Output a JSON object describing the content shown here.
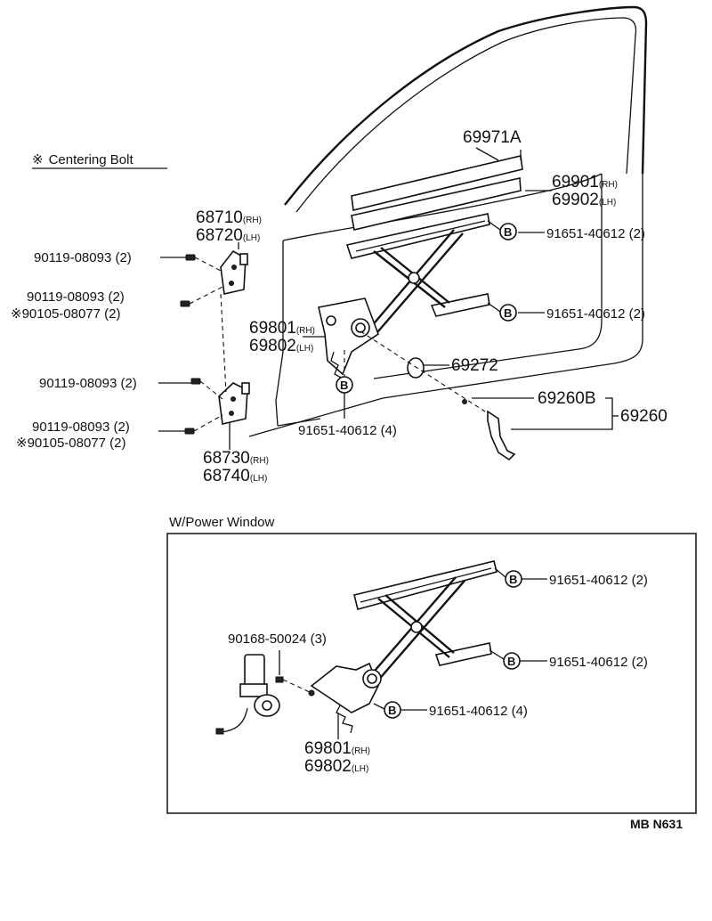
{
  "legend": {
    "symbol": "※",
    "text": "Centering Bolt"
  },
  "labels": {
    "p69971a": "69971A",
    "p69901": "69901",
    "p69901_side": "(RH)",
    "p69902": "69902",
    "p69902_side": "(LH)",
    "b1": "91651-40612 (2)",
    "b2": "91651-40612 (2)",
    "p68710": "68710",
    "p68710_side": "(RH)",
    "p68720": "68720",
    "p68720_side": "(LH)",
    "bolt1": "90119-08093 (2)",
    "bolt2": "90119-08093 (2)",
    "bolt3": "※90105-08077 (2)",
    "p69801": "69801",
    "p69801_side": "(RH)",
    "p69802": "69802",
    "p69802_side": "(LH)",
    "p69272": "69272",
    "bolt4": "90119-08093 (2)",
    "p69260b": "69260B",
    "p69260": "69260",
    "bolt5": "90119-08093 (2)",
    "bolt6": "※90105-08077 (2)",
    "b3": "91651-40612 (4)",
    "p68730": "68730",
    "p68730_side": "(RH)",
    "p68740": "68740",
    "p68740_side": "(LH)"
  },
  "power_window": {
    "title": "W/Power Window",
    "b1": "91651-40612 (2)",
    "b2": "91651-40612 (2)",
    "b3": "91651-40612 (4)",
    "screw": "90168-50024 (3)",
    "p69801": "69801",
    "p69801_side": "(RH)",
    "p69802": "69802",
    "p69802_side": "(LH)"
  },
  "bolt_marker": "B",
  "drawing_code": "MB N631"
}
